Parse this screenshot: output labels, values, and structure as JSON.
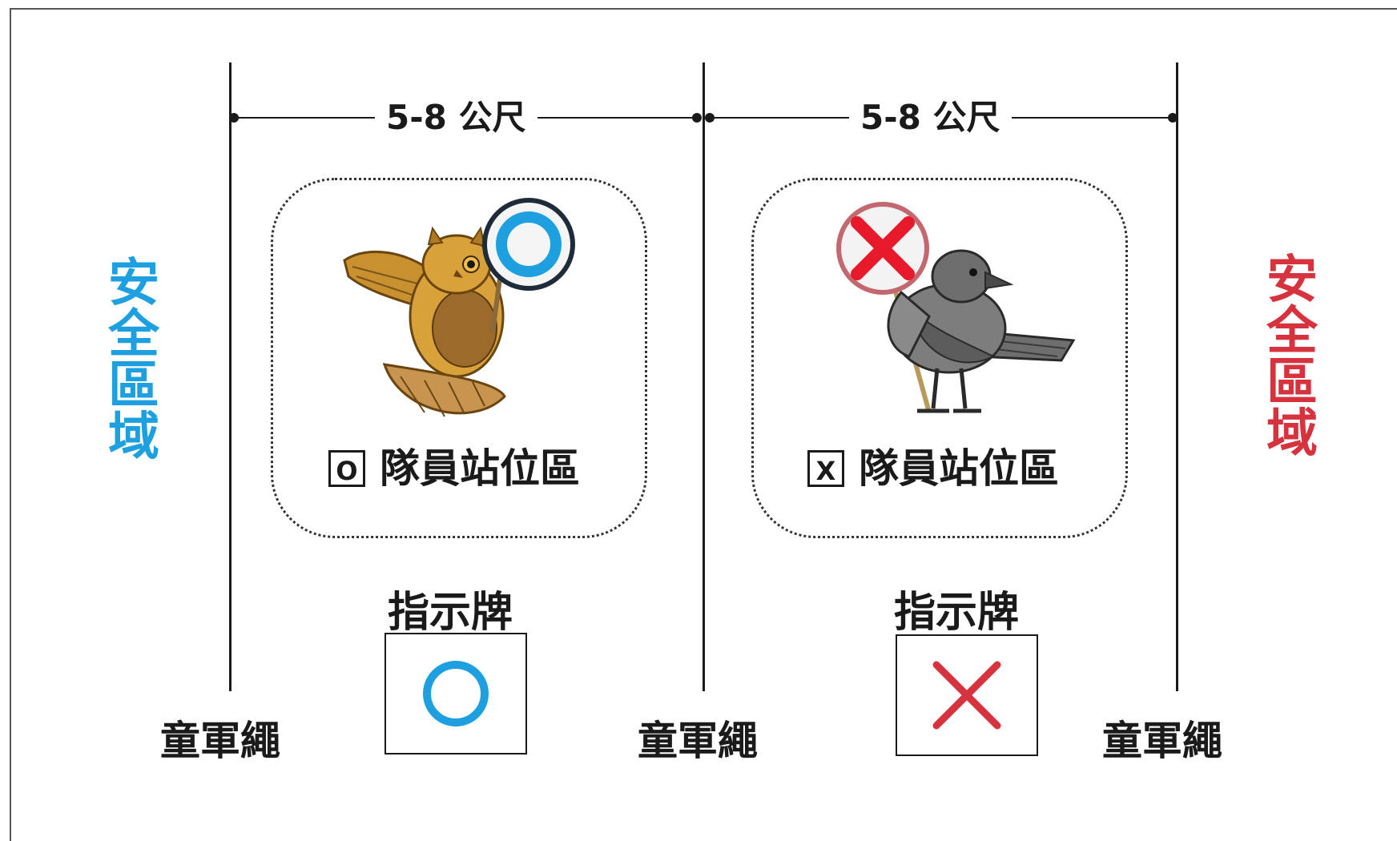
{
  "distance_labels": [
    "5-8 公尺",
    "5-8 公尺"
  ],
  "safe_zones": {
    "left": {
      "label": "安全區域",
      "color": "#1ea0e0"
    },
    "right": {
      "label": "安全區域",
      "color": "#d6333f"
    }
  },
  "team_zones": [
    {
      "mark": "O",
      "label": "隊員站位區"
    },
    {
      "mark": "X",
      "label": "隊員站位區"
    }
  ],
  "signs": [
    {
      "title": "指示牌",
      "symbol": "circle",
      "color": "#1ea0e0"
    },
    {
      "title": "指示牌",
      "symbol": "cross",
      "color": "#d6333f"
    }
  ],
  "rope_labels": [
    "童軍繩",
    "童軍繩",
    "童軍繩"
  ],
  "icons": [
    "owl-with-o-sign-icon",
    "crow-with-x-sign-icon"
  ]
}
